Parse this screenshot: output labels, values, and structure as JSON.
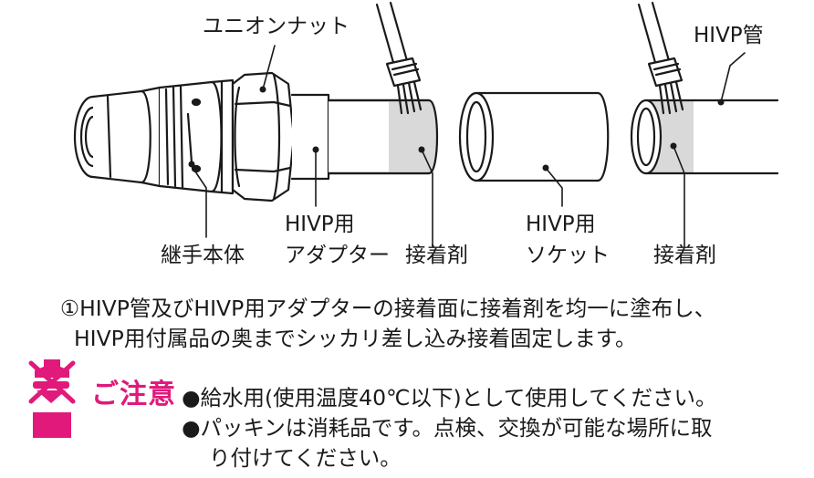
{
  "labels": {
    "union_nut": "ユニオンナット",
    "hivp_pipe": "HIVP管",
    "joint_body": "継手本体",
    "adapter_line1": "HIVP用",
    "adapter_line2": "アダプター",
    "adhesive_left": "接着剤",
    "socket_line1": "HIVP用",
    "socket_line2": "ソケット",
    "adhesive_right": "接着剤"
  },
  "instructions": [
    "①HIVP管及びHIVP用アダプターの接着面に接着剤を均一に塗布し、",
    "HIVP用付属品の奥までシッカリ差し込み接着固定します。"
  ],
  "caution": {
    "title": "ご注意",
    "notes": [
      "●給水用(使用温度40℃以下)として使用してください。",
      "●パッキンは消耗品です。点検、交換が可能な場所に取",
      "り付けてください。"
    ]
  },
  "colors": {
    "accent": "#e0197a",
    "line": "#1a1a1a",
    "adhesive": "#d9d9d9"
  },
  "icons": [
    "brush-icon",
    "caution-icon"
  ]
}
